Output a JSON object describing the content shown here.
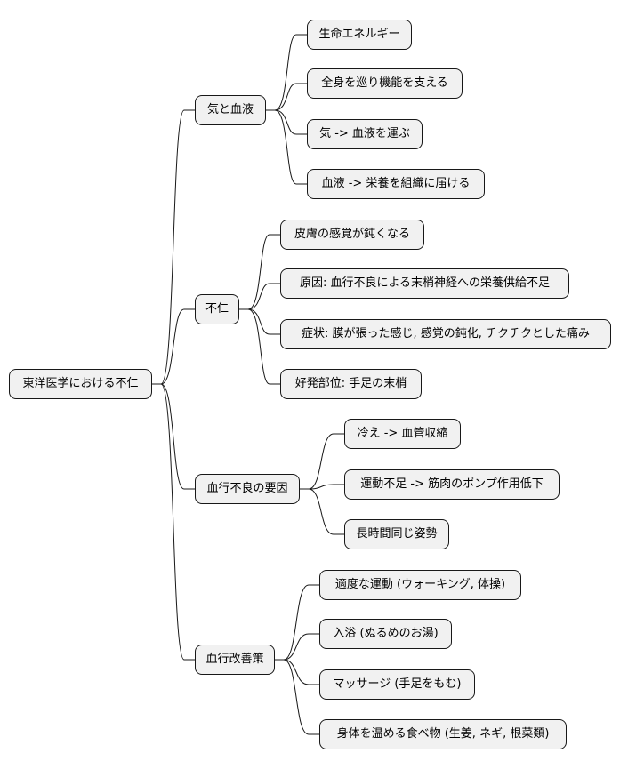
{
  "root": "東洋医学における不仁",
  "branches": [
    {
      "label": "気と血液",
      "children": [
        "生命エネルギー",
        "全身を巡り機能を支える",
        "気 -> 血液を運ぶ",
        "血液 -> 栄養を組織に届ける"
      ]
    },
    {
      "label": "不仁",
      "children": [
        "皮膚の感覚が鈍くなる",
        "原因: 血行不良による末梢神経への栄養供給不足",
        "症状: 膜が張った感じ, 感覚の鈍化, チクチクとした痛み",
        "好発部位: 手足の末梢"
      ]
    },
    {
      "label": "血行不良の要因",
      "children": [
        "冷え -> 血管収縮",
        "運動不足 -> 筋肉のポンプ作用低下",
        "長時間同じ姿勢"
      ]
    },
    {
      "label": "血行改善策",
      "children": [
        "適度な運動 (ウォーキング, 体操)",
        "入浴 (ぬるめのお湯)",
        "マッサージ (手足をもむ)",
        "身体を温める食べ物 (生姜, ネギ, 根菜類)"
      ]
    }
  ],
  "colors": {
    "node_fill": "#f1f1f1",
    "node_border": "#181818",
    "line": "#181818"
  }
}
